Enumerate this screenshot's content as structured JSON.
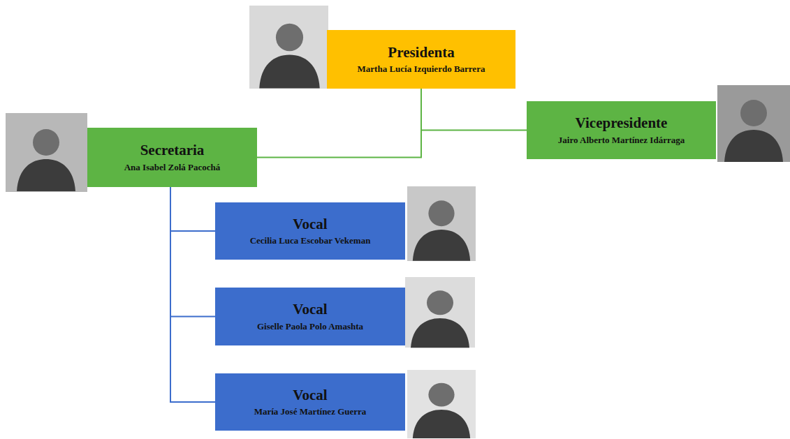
{
  "diagram": {
    "nodes": [
      {
        "text": [
          "Presidenta",
          "Martha Lucía Izquierdo Barrera"
        ]
      },
      {
        "text": [
          "Vicepresidente",
          "Jairo Alberto Martínez Idárraga"
        ]
      },
      {
        "text": [
          "Secretaria",
          "Ana Isabel Zolá Pacochá"
        ]
      },
      {
        "text": [
          "Vocal",
          "Cecilia Luca Escobar Vekeman"
        ]
      },
      {
        "text": [
          "Vocal",
          "Giselle Paola Polo Amashta"
        ]
      },
      {
        "text": [
          "Vocal",
          "María José Martínez Guerra"
        ]
      }
    ],
    "edges": [
      {
        "from": 0,
        "to": 1,
        "arrow": "none"
      },
      {
        "from": 0,
        "to": 2,
        "arrow": "none"
      },
      {
        "from": 2,
        "to": 3,
        "arrow": "none"
      },
      {
        "from": 2,
        "to": 4,
        "arrow": "none"
      },
      {
        "from": 2,
        "to": 5,
        "arrow": "none"
      }
    ]
  }
}
